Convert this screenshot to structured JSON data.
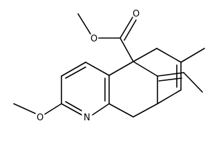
{
  "molecule": {
    "atoms": {
      "ester_carbonyl_oxygen": "O",
      "ester_ether_oxygen": "O",
      "methoxy_oxygen": "O",
      "pyridine_nitrogen": "N"
    }
  }
}
